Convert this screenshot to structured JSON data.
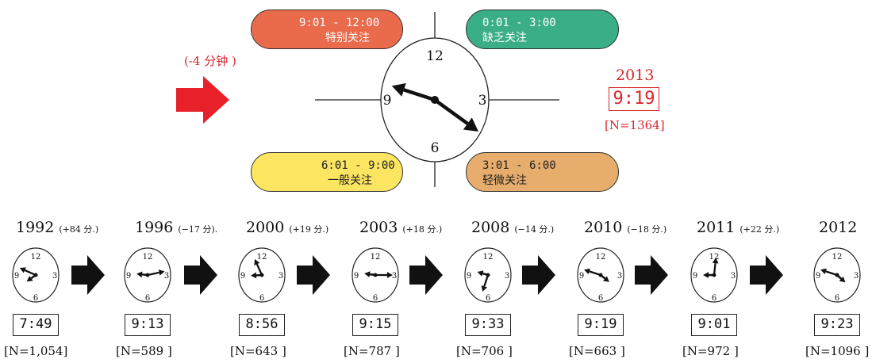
{
  "categories": [
    {
      "range": "9:01 - 12:00",
      "label": "特别关注",
      "color": "#ea6b4c"
    },
    {
      "range": "0:01 - 3:00",
      "label": "缺乏关注",
      "color": "#3aae86"
    },
    {
      "range": "6:01 - 9:00",
      "label": "一般关注",
      "color": "#fbe561"
    },
    {
      "range": "3:01 - 6:00",
      "label": "轻微关注",
      "color": "#e7ad6c"
    }
  ],
  "change_note": "(-4 分钟 )",
  "main": {
    "year": "2013",
    "time": "9:19",
    "n": "[N=1364]"
  },
  "main_clock": {
    "hour": 4.2,
    "minute": 48.0,
    "numbers": [
      "12",
      "3",
      "6",
      "9"
    ]
  },
  "timeline": [
    {
      "year": "1992",
      "change": "(+84 分.)",
      "time": "7:49",
      "n": "[N=1,054]",
      "hour": 7.8,
      "minute": 49
    },
    {
      "year": "1996",
      "change": "(−17 分).",
      "time": "9:13",
      "n": "[N=589 ]",
      "hour": 9.2,
      "minute": 13
    },
    {
      "year": "2000",
      "change": "(+19 分.)",
      "time": "8:56",
      "n": "[N=643 ]",
      "hour": 8.9,
      "minute": 56
    },
    {
      "year": "2003",
      "change": "(+18 分.)",
      "time": "9:15",
      "n": "[N=787 ]",
      "hour": 9.25,
      "minute": 15
    },
    {
      "year": "2008",
      "change": "(−14 分.)",
      "time": "9:33",
      "n": "[N=706 ]",
      "hour": 9.55,
      "minute": 33
    },
    {
      "year": "2010",
      "change": "(−18 分.)",
      "time": "9:19",
      "n": "[N=663 ]",
      "hour": 4.3,
      "minute": 48
    },
    {
      "year": "2011",
      "change": "(+22 分.)",
      "time": "9:01",
      "n": "[N=972 ]",
      "hour": 9.0,
      "minute": 1
    },
    {
      "year": "2012",
      "change": "",
      "time": "9:23",
      "n": "[N=1096 ]",
      "hour": 4.4,
      "minute": 48
    }
  ],
  "small_clock_numbers": [
    "12",
    "3",
    "6",
    "9"
  ],
  "colors": {
    "arrow": "#e8202a",
    "accent_text": "#d9262c"
  }
}
